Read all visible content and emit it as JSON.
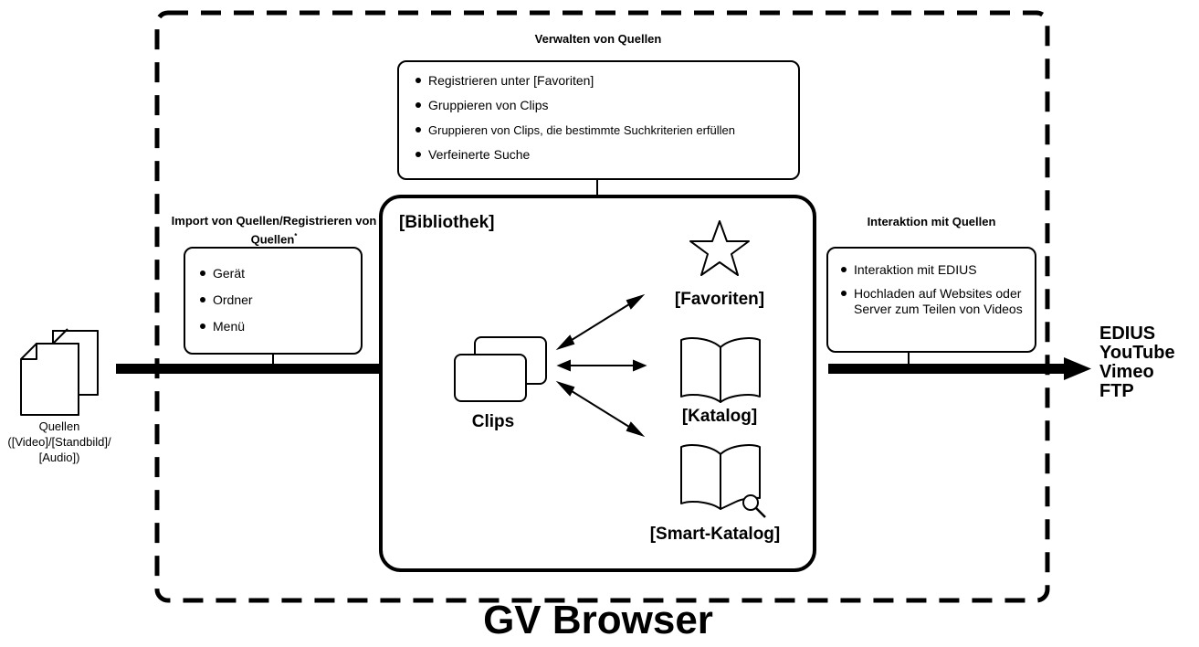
{
  "management": {
    "title": "Verwalten von Quellen",
    "items": [
      "Registrieren unter [Favoriten]",
      "Gruppieren von Clips",
      "Gruppieren von Clips, die bestimmte Suchkriterien erfüllen",
      "Verfeinerte Suche"
    ]
  },
  "import": {
    "title": "Import von Quellen/Registrieren von Quellen",
    "footnote_mark": "*",
    "items": [
      "Gerät",
      "Ordner",
      "Menü"
    ]
  },
  "interaction": {
    "title": "Interaktion mit Quellen",
    "items": [
      "Interaktion mit EDIUS",
      "Hochladen auf Websites oder Server zum Teilen von Videos"
    ]
  },
  "library": {
    "label": "[Bibliothek]",
    "clips_label": "Clips",
    "favorites_label": "[Favoriten]",
    "catalog_label": "[Katalog]",
    "smart_catalog_label": "[Smart-Katalog]"
  },
  "sources": {
    "caption": [
      "Quellen",
      "([Video]/[Standbild]/",
      "[Audio])"
    ]
  },
  "destinations": [
    "EDIUS",
    "YouTube",
    "Vimeo",
    "FTP"
  ],
  "app_title": "GV Browser",
  "icons": {
    "sources": "document-stack-icon",
    "clips": "clip-stack-icon",
    "favorites": "star-icon",
    "catalog": "book-icon",
    "smart_catalog": "book-search-icon"
  }
}
